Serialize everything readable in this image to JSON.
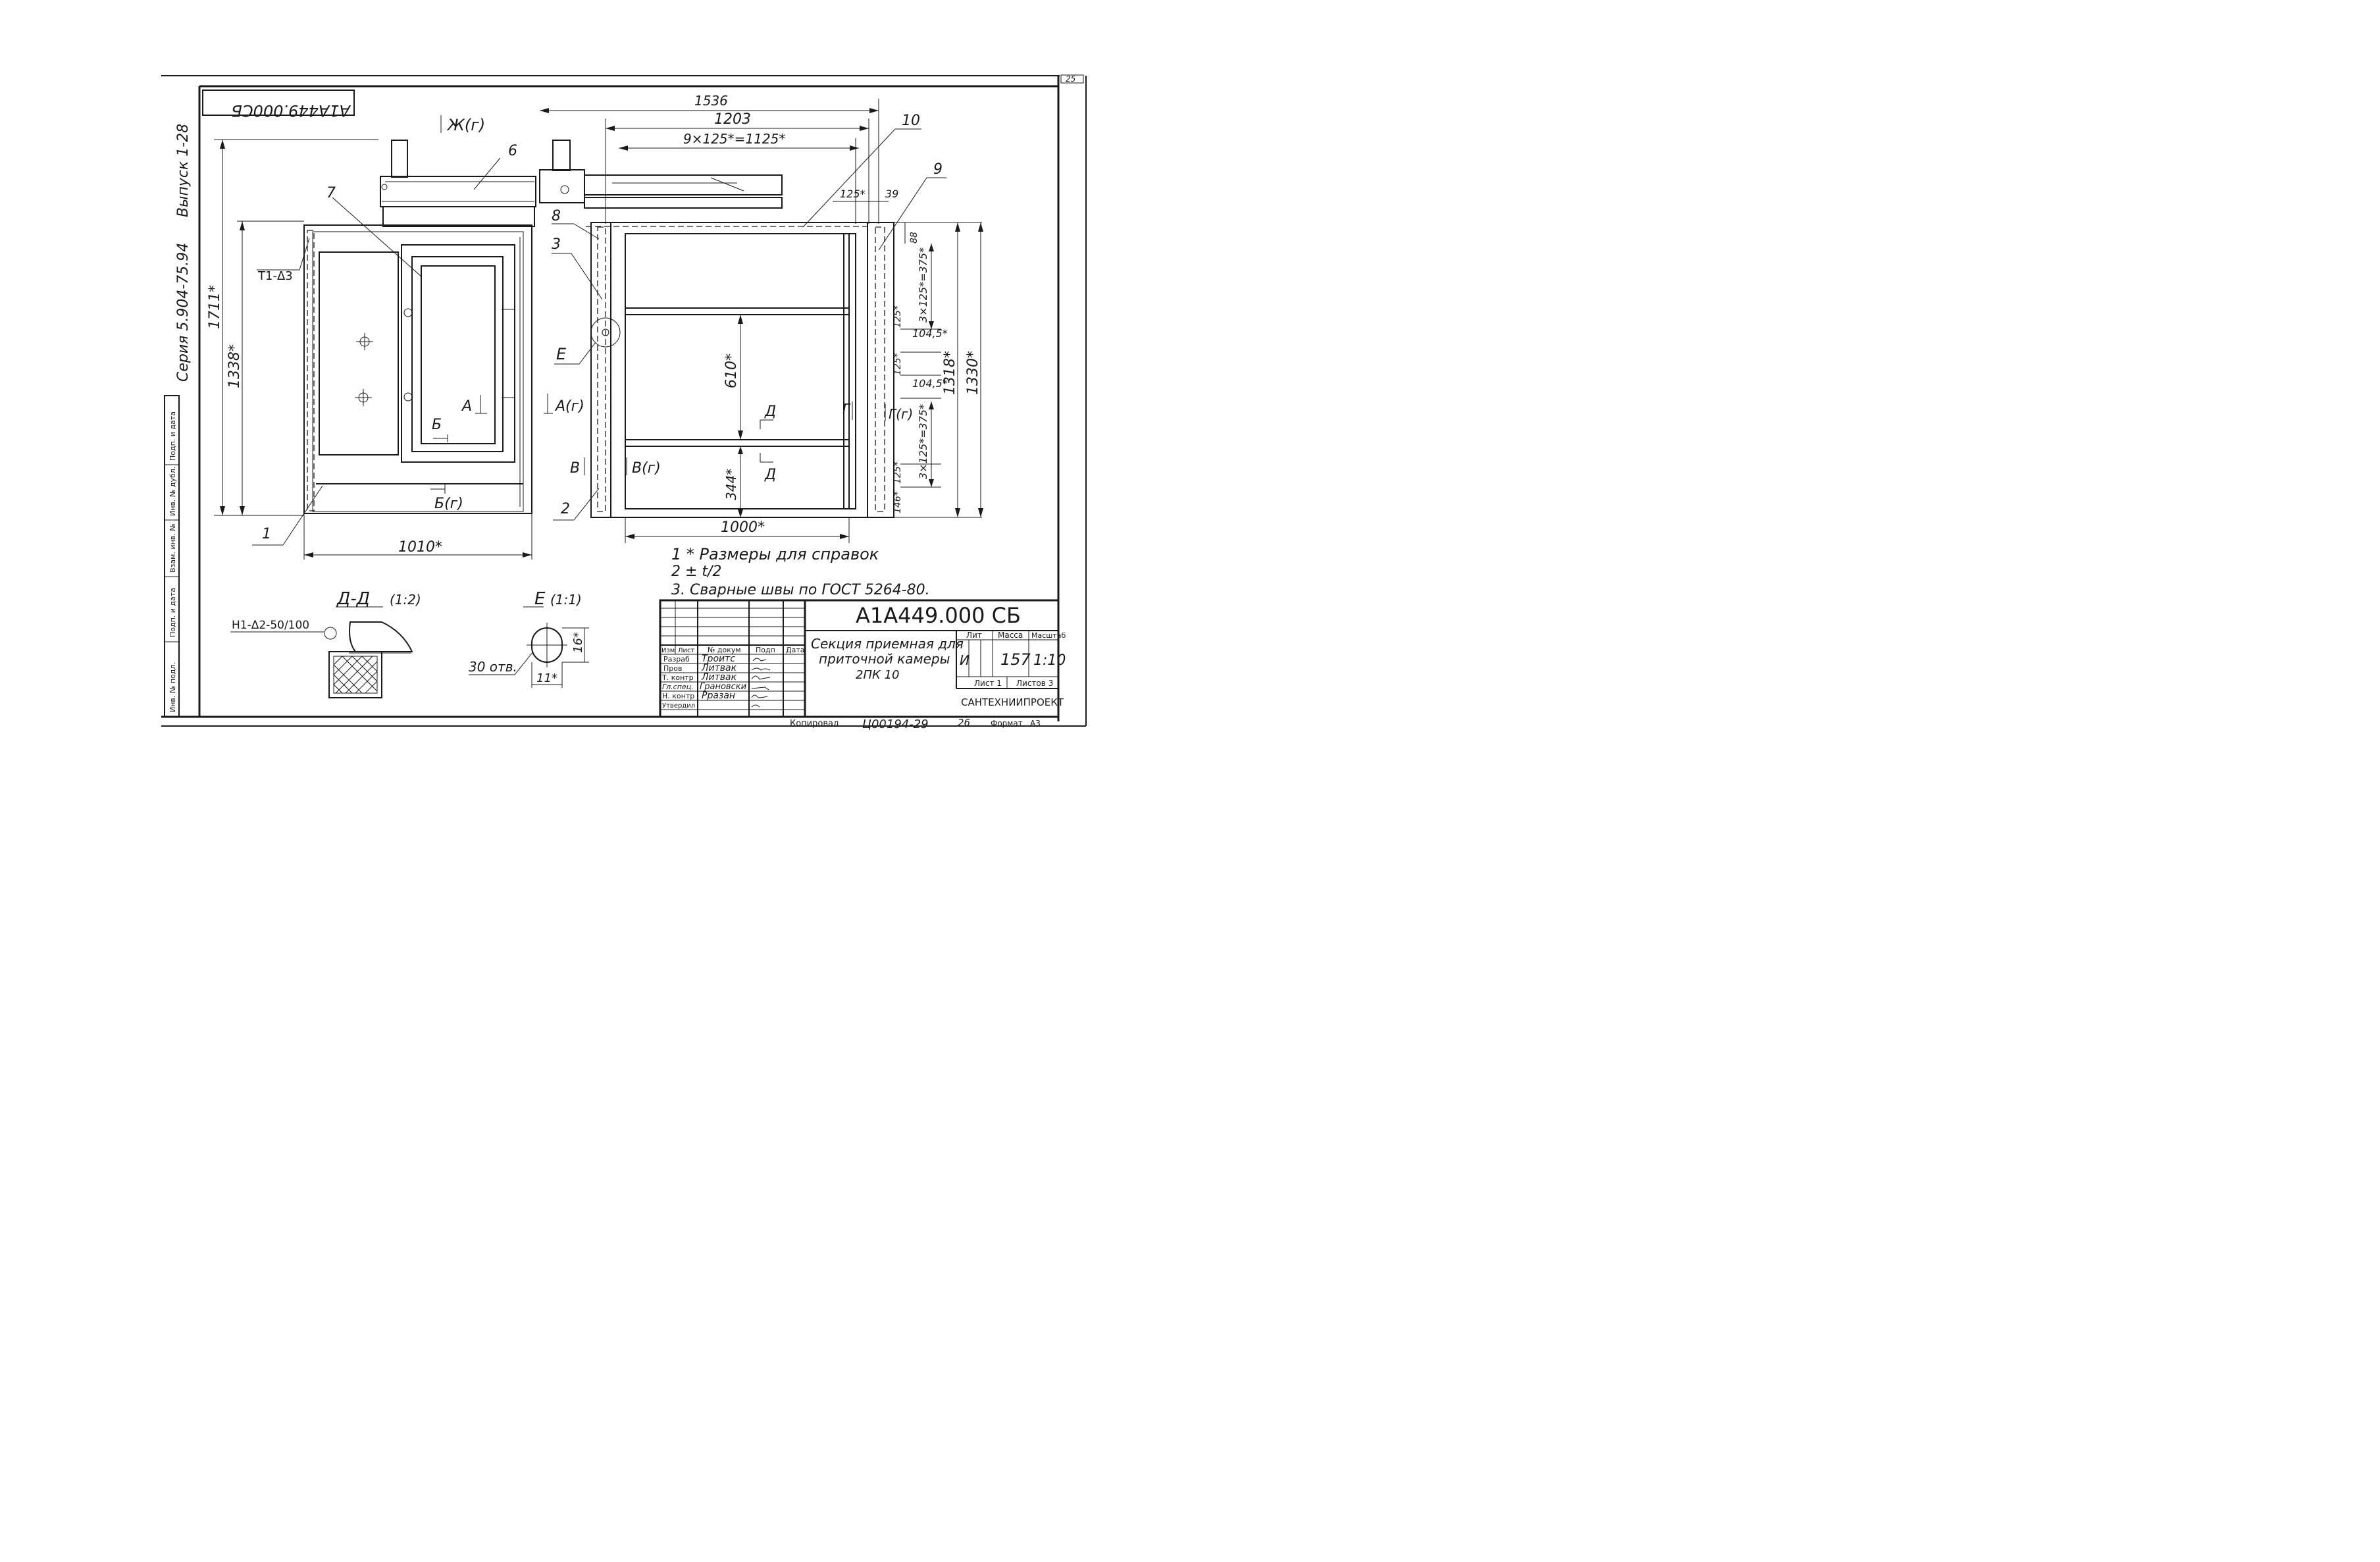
{
  "series_label": "Серия  5.904-75.94",
  "issue_label": "Выпуск  1-28",
  "doc_code_rotated": "А1А449.000СБ",
  "sheet_number": "25",
  "side_stamp": [
    "Подп. и дата",
    "Инв. № дубл.",
    "Взам. инв. №",
    "Подп. и дата",
    "Инв. № подл."
  ],
  "view_label": "Ж(г)",
  "positions": [
    "1",
    "2",
    "3",
    "6",
    "7",
    "8",
    "9",
    "10"
  ],
  "weld_left": "Т1-Δ3",
  "weld_section": "Н1-Δ2-50/100",
  "section_marks": [
    "А",
    "А(г)",
    "Б",
    "Б(г)",
    "В",
    "В(г)",
    "Г",
    "Г(г)",
    "Д",
    "Д",
    "Е"
  ],
  "dims_left": [
    "1711*",
    "1338*",
    "1010*"
  ],
  "dims_right": [
    "1536",
    "1203",
    "9×125*=1125*",
    "125*",
    "39",
    "88",
    "3×125*=375*",
    "125*",
    "104,5*",
    "125*",
    "104,5*",
    "3×125*=375*",
    "125*",
    "146*",
    "1318*",
    "1330*",
    "610*",
    "344*",
    "1000*"
  ],
  "section_dd_title": "Д-Д",
  "section_dd_scale": "(1:2)",
  "detail_e_title": "Е",
  "detail_e_scale": "(1:1)",
  "detail_e_dims": [
    "16*",
    "11*"
  ],
  "detail_e_holes": "30 отв.",
  "notes": [
    "1 * Размеры для справок",
    "2 ± t/2",
    "3. Сварные швы по ГОСТ 5264-80."
  ],
  "title_block": {
    "doc_code": "А1А449.000 СБ",
    "title_lines": [
      "Секция приемная для",
      "приточной камеры",
      "2ПК 10"
    ],
    "headers": [
      "Изм",
      "Лист",
      "№ докум",
      "Подп",
      "Дата"
    ],
    "roles": [
      "Разраб",
      "Пров",
      "Т. контр",
      "Гл.спец.",
      "Н. контр",
      "Утвердил"
    ],
    "names": [
      "Троитс",
      "Литвак",
      "Литвак",
      "Грановски",
      "Рразан",
      ""
    ],
    "lit_label": "Лит",
    "lit_value": "И",
    "mass_label": "Масса",
    "mass_value": "157",
    "scale_label": "Масштаб",
    "scale_value": "1:10",
    "sheet_label": "Лист 1",
    "sheets_label": "Листов 3",
    "organization": "САНТЕХНИИПРОЕКТ"
  },
  "copied_label": "Копировал",
  "copy_number": "Ц00194-29",
  "copy_page": "26",
  "format_label": "Формат",
  "format_value": "А3"
}
